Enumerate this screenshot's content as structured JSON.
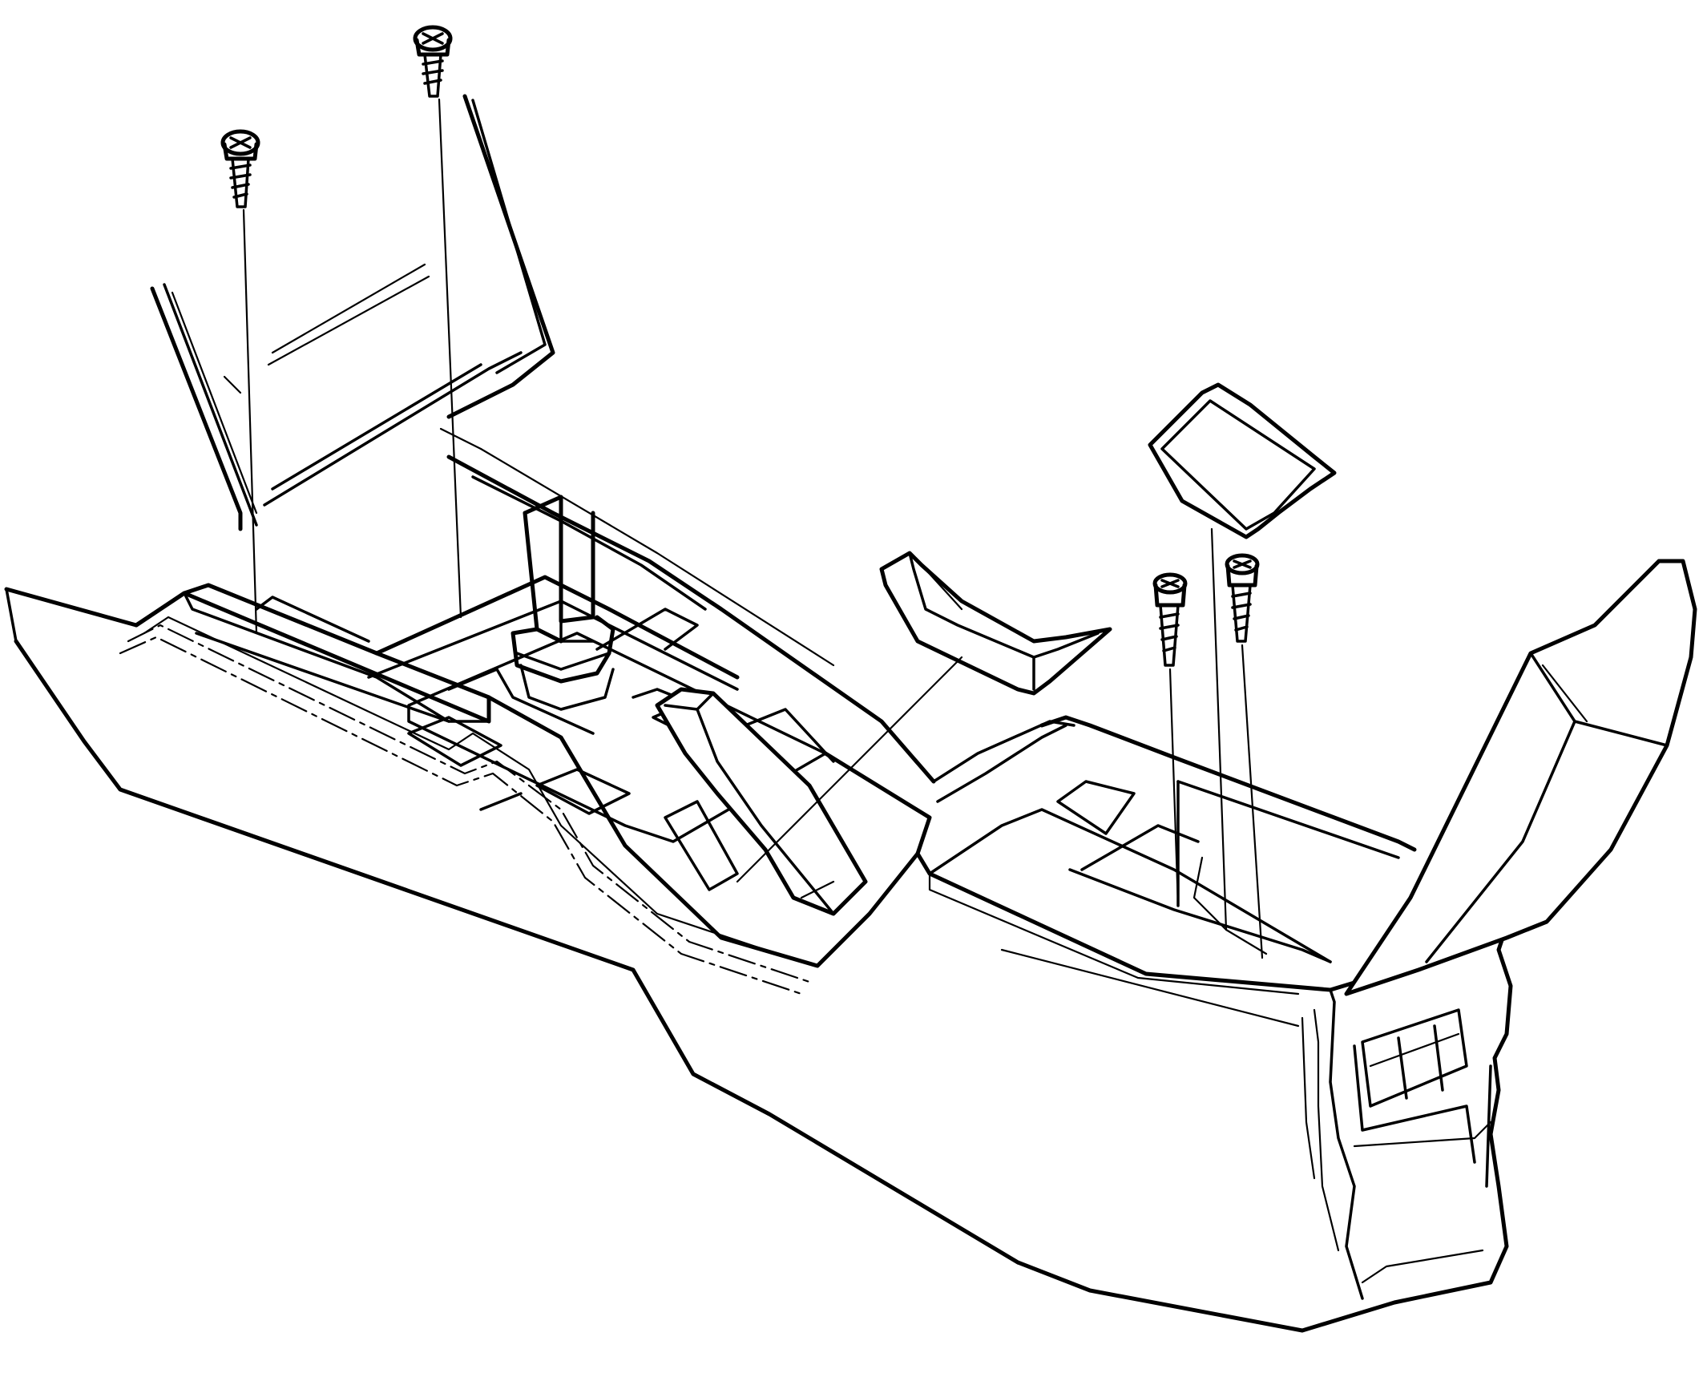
{
  "diagram": {
    "style": "black line-art exploded view",
    "colors": {
      "line": "#000000",
      "background": "#ffffff"
    },
    "parts": [
      {
        "id": "console-body",
        "icon": "center-console"
      },
      {
        "id": "armrest-lid",
        "icon": "hinged-lid"
      },
      {
        "id": "shifter-boot",
        "icon": "gear-shift-boot"
      },
      {
        "id": "parking-brake-lever",
        "icon": "handbrake-lever"
      },
      {
        "id": "front-trim-plate",
        "icon": "trim-plate"
      },
      {
        "id": "brake-lever-trim",
        "icon": "lever-trim"
      },
      {
        "id": "rear-cover-plate",
        "icon": "cover-plate"
      },
      {
        "id": "screw-front-left",
        "icon": "phillips-screw"
      },
      {
        "id": "screw-front-right",
        "icon": "phillips-screw"
      },
      {
        "id": "screw-rear-left",
        "icon": "phillips-screw"
      },
      {
        "id": "screw-rear-right",
        "icon": "phillips-screw"
      }
    ]
  }
}
